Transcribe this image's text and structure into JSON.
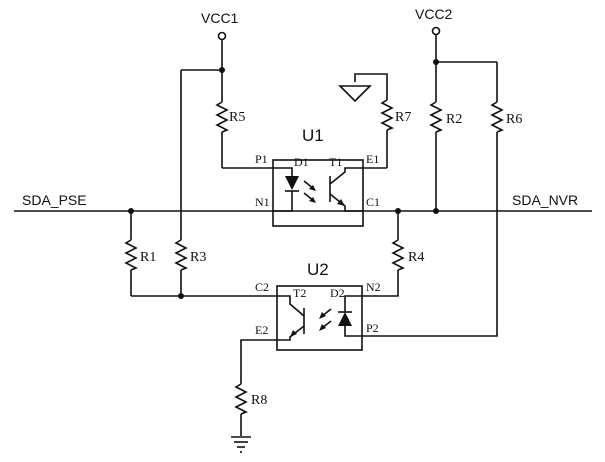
{
  "nets": {
    "vcc1": "VCC1",
    "vcc2": "VCC2",
    "sda_pse": "SDA_PSE",
    "sda_nvr": "SDA_NVR"
  },
  "components": {
    "u1": "U1",
    "u2": "U2",
    "r1": "R1",
    "r2": "R2",
    "r3": "R3",
    "r4": "R4",
    "r5": "R5",
    "r6": "R6",
    "r7": "R7",
    "r8": "R8"
  },
  "pins": {
    "u1": {
      "p1": "P1",
      "n1": "N1",
      "d1": "D1",
      "t1": "T1",
      "e1": "E1",
      "c1": "C1"
    },
    "u2": {
      "c2": "C2",
      "e2": "E2",
      "t2": "T2",
      "d2": "D2",
      "n2": "N2",
      "p2": "P2"
    }
  }
}
